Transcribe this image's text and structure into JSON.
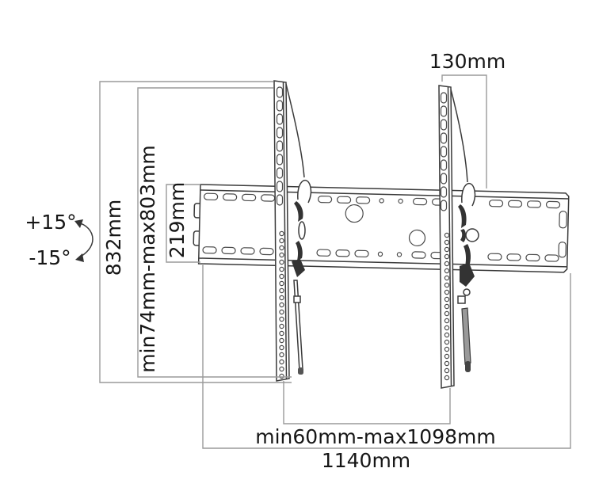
{
  "diagram": {
    "title": "Tilting TV wall-mount bracket dimensional drawing",
    "units": "mm",
    "ink_color": "#3a3a3a",
    "dimension_line_color": "#9a9a9a",
    "labels": {
      "tilt_up": "+15°",
      "tilt_down": "-15°",
      "overall_height": "832mm",
      "vertical_adjust_range": "min74mm-max803mm",
      "wall_plate_height": "219mm",
      "top_overhang": "130mm",
      "horizontal_adjust_range": "min60mm-max1098mm",
      "wall_plate_width": "1140mm"
    }
  }
}
